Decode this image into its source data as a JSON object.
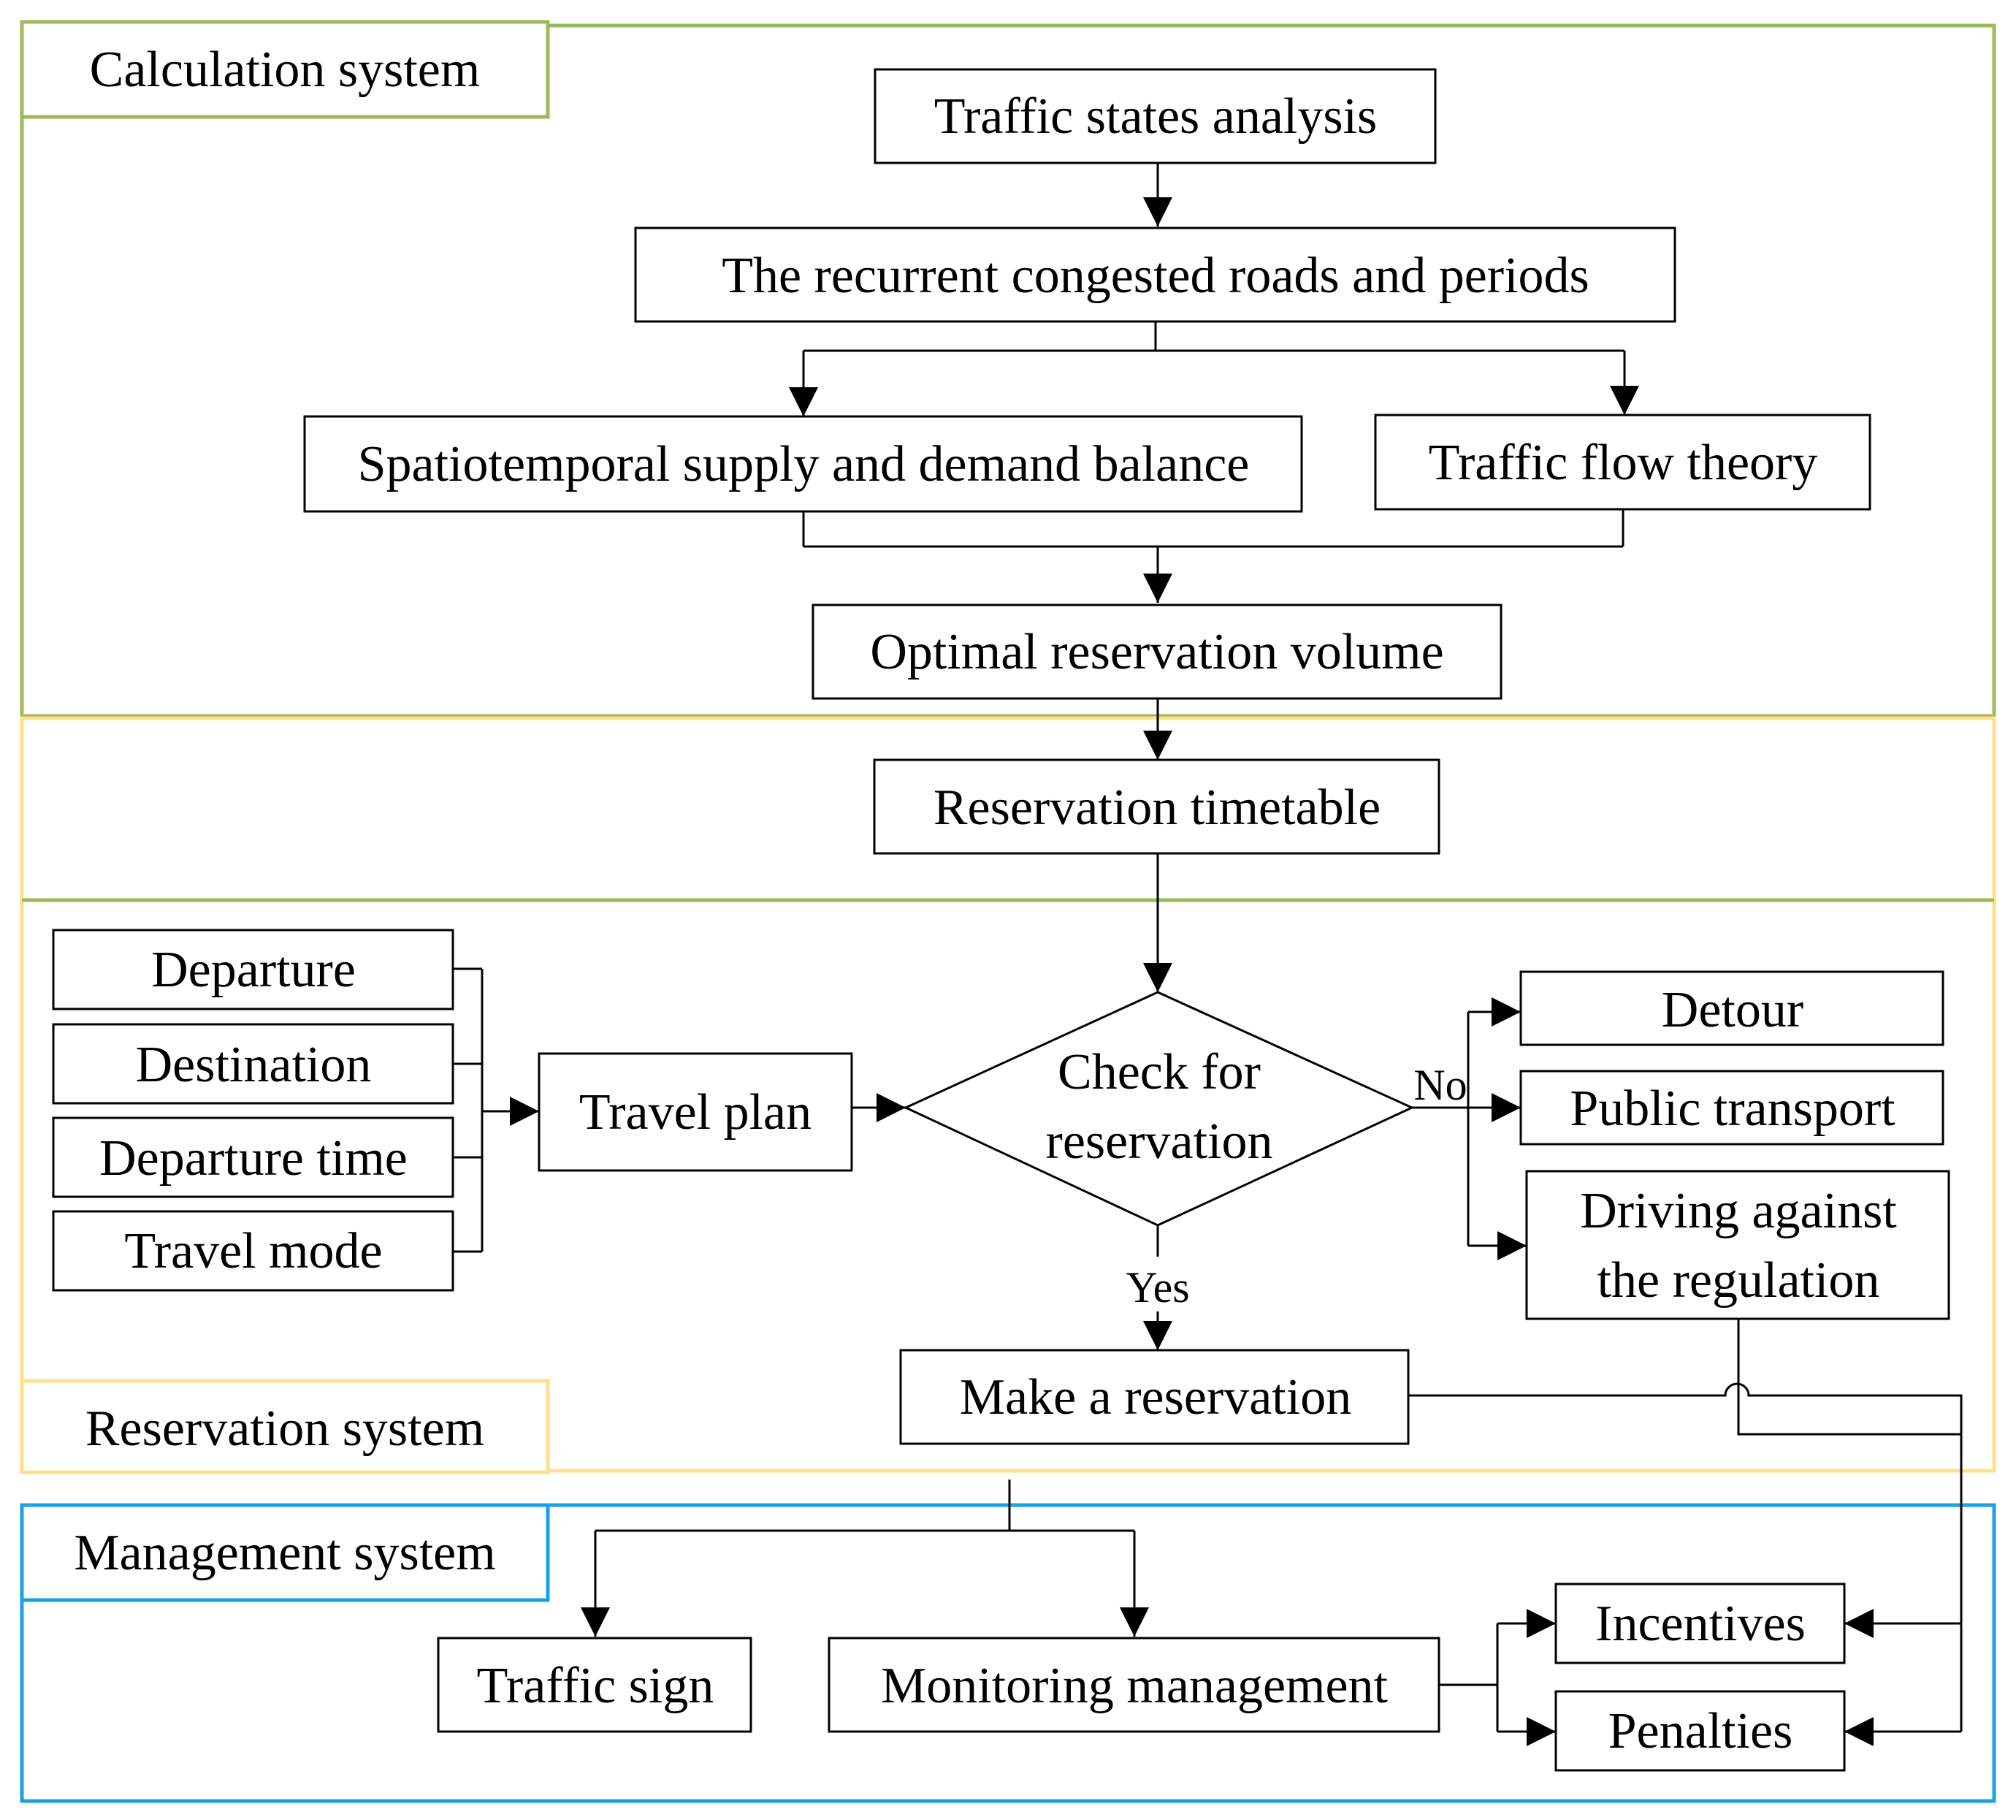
{
  "colors": {
    "calculation": "#9bbb59",
    "reservation": "#ffe08a",
    "management": "#1ba1e2",
    "line": "#000000"
  },
  "sections": {
    "calculation": "Calculation system",
    "reservation": "Reservation system",
    "management": "Management system"
  },
  "nodes": {
    "traffic_states": "Traffic states analysis",
    "recurrent": "The recurrent congested roads and periods",
    "supply_demand": "Spatiotemporal supply and demand balance",
    "flow_theory": "Traffic flow theory",
    "optimal_volume": "Optimal reservation volume",
    "timetable": "Reservation timetable",
    "departure": "Departure",
    "destination": "Destination",
    "departure_time": "Departure time",
    "travel_mode": "Travel mode",
    "travel_plan": "Travel plan",
    "check_line1": "Check for",
    "check_line2": "reservation",
    "detour": "Detour",
    "public_transport": "Public transport",
    "driving_line1": "Driving against",
    "driving_line2": "the regulation",
    "make_reservation": "Make a reservation",
    "traffic_sign": "Traffic sign",
    "monitoring": "Monitoring management",
    "incentives": "Incentives",
    "penalties": "Penalties"
  },
  "edge_labels": {
    "no": "No",
    "yes": "Yes"
  }
}
